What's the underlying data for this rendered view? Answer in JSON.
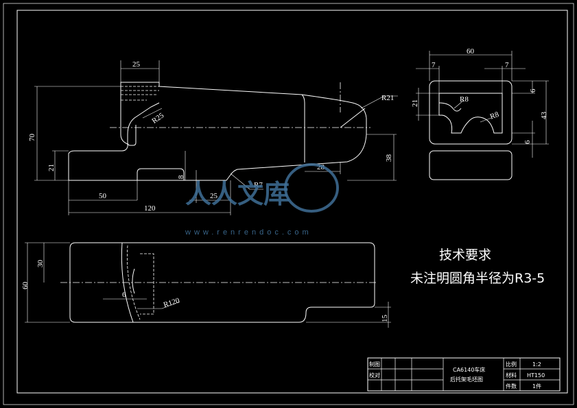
{
  "drawing": {
    "dimensions": {
      "front_top_width": "25",
      "front_height": "70",
      "front_r25": "R25",
      "front_r21": "R21",
      "front_left_low": "21",
      "front_slot_depth": "8",
      "front_right_height": "38",
      "front_tip_len": "28",
      "front_r7": "R7",
      "front_bottom_50": "50",
      "front_bottom_25": "25",
      "front_bottom_120": "120",
      "side_width": "60",
      "side_left_7": "7",
      "side_right_7": "7",
      "side_r8a": "R8",
      "side_r8b": "R8",
      "side_left_21": "21",
      "side_right_6_top": "6",
      "side_right_43": "43",
      "side_right_6_bot": "6",
      "top_height": "60",
      "top_half": "30",
      "top_slot": "6",
      "top_r120": "R120",
      "top_right_15": "15"
    },
    "notes": {
      "heading": "技术要求",
      "line1": "未注明圆角半径为R3-5"
    },
    "title_block": {
      "row1_label_a": "制图",
      "row2_label_a": "校对",
      "part_name_line1": "CA6140车床",
      "part_name_line2": "后托架毛坯图",
      "scale_label": "比例",
      "scale_value": "1:2",
      "material_label": "材料",
      "material_value": "HT150",
      "count_label": "件数",
      "count_value": "1件"
    },
    "watermark": {
      "logo_text": "人人文库",
      "url": "www.renrendoc.com"
    }
  }
}
